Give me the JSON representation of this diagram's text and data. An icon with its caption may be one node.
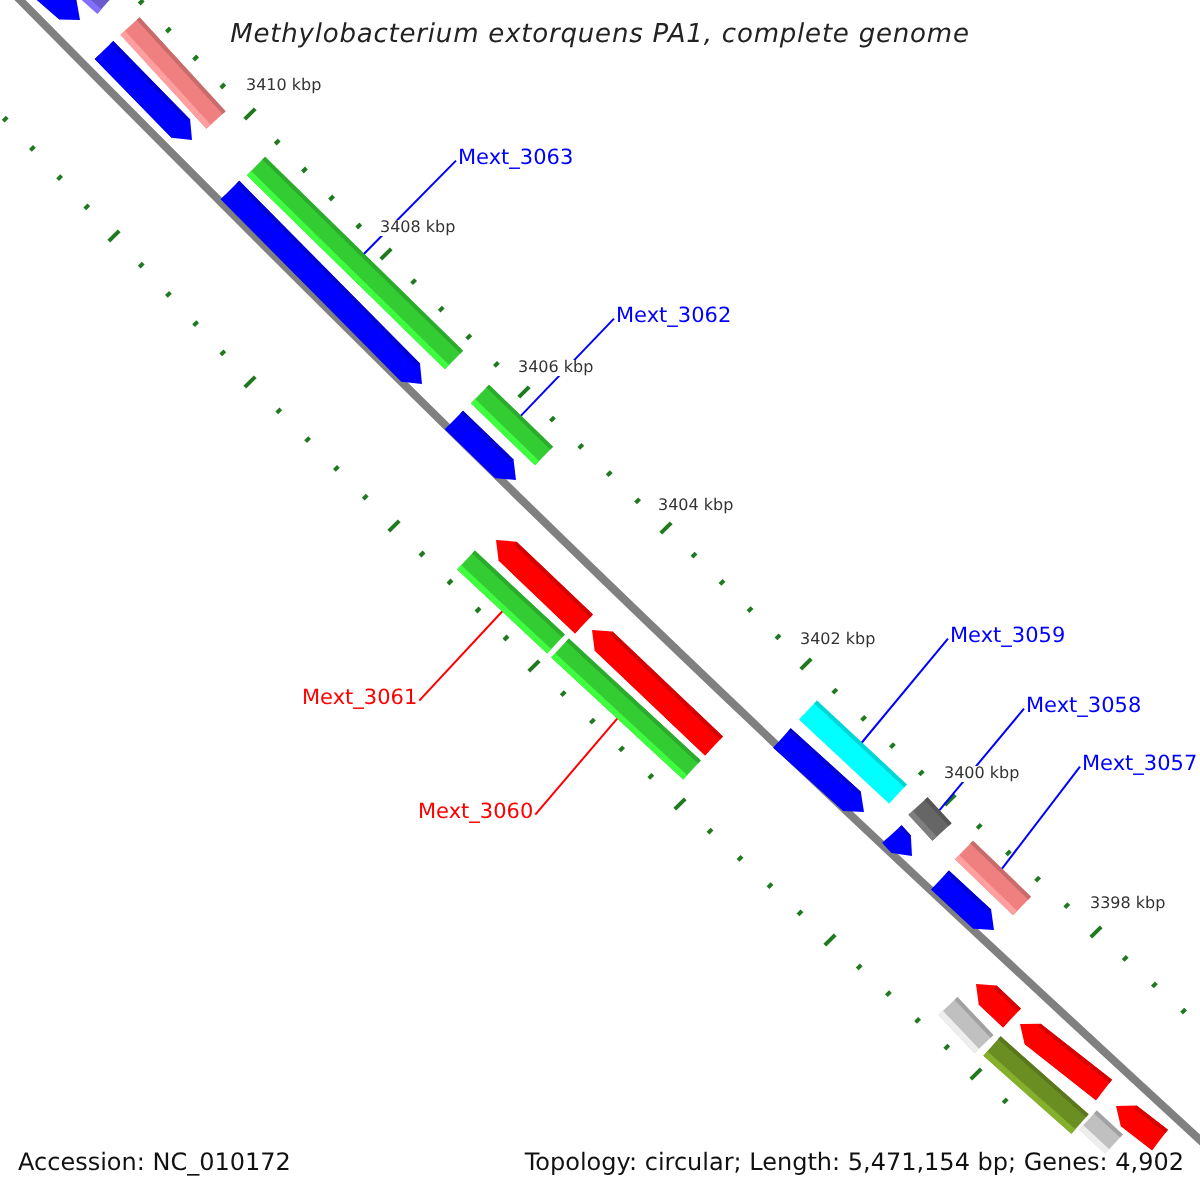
{
  "diagram": {
    "title": "Methylobacterium extorquens PA1, complete genome",
    "nodes": [
      {
        "text": [
          "Mext_3063"
        ]
      },
      {
        "text": [
          "Mext_3062"
        ]
      },
      {
        "text": [
          "Mext_3061"
        ]
      },
      {
        "text": [
          "Mext_3060"
        ]
      },
      {
        "text": [
          "Mext_3059"
        ]
      },
      {
        "text": [
          "Mext_3058"
        ]
      },
      {
        "text": [
          "Mext_3057"
        ]
      },
      {
        "text": [],
        "shape": "arrow"
      },
      {
        "text": [],
        "shape": "bar"
      },
      {
        "text": [],
        "shape": "bar"
      },
      {
        "text": [],
        "shape": "arrow"
      },
      {
        "text": [],
        "shape": "bar"
      },
      {
        "text": [],
        "shape": "arrow"
      },
      {
        "text": [],
        "shape": "bar"
      },
      {
        "text": [],
        "shape": "arrow"
      },
      {
        "text": [],
        "shape": "arrow"
      },
      {
        "text": [],
        "shape": "bar"
      },
      {
        "text": [],
        "shape": "arrow"
      },
      {
        "text": [],
        "shape": "bar"
      },
      {
        "text": [],
        "shape": "bar"
      },
      {
        "text": [],
        "shape": "arrow"
      },
      {
        "text": [],
        "shape": "bar"
      },
      {
        "text": [],
        "shape": "arrow"
      },
      {
        "text": [],
        "shape": "bar"
      },
      {
        "text": [],
        "shape": "arrow"
      },
      {
        "text": [],
        "shape": "bar"
      },
      {
        "text": [],
        "shape": "arrow"
      },
      {
        "text": [],
        "shape": "bar"
      },
      {
        "text": [],
        "shape": "arrow"
      },
      {
        "text": [],
        "shape": "arrow"
      },
      {
        "text": [],
        "shape": "bar"
      }
    ],
    "edges": [
      {
        "from": 0,
        "to": 11,
        "arrow": "none"
      },
      {
        "from": 1,
        "to": 13,
        "arrow": "none"
      },
      {
        "from": 2,
        "to": 16,
        "arrow": "none",
        "color": "#ff0000"
      },
      {
        "from": 3,
        "to": 18,
        "arrow": "none",
        "color": "#ff0000"
      },
      {
        "from": 4,
        "to": 19,
        "arrow": "none"
      },
      {
        "from": 5,
        "to": 21,
        "arrow": "none"
      },
      {
        "from": 6,
        "to": 23,
        "arrow": "none"
      }
    ],
    "labels": [
      "3410 kbp",
      "3408 kbp",
      "3406 kbp",
      "3404 kbp",
      "3402 kbp",
      "3400 kbp",
      "3398 kbp",
      "Accession: NC_010172",
      "Topology: circular; Length: 5,471,154 bp; Genes: 4,902"
    ]
  }
}
